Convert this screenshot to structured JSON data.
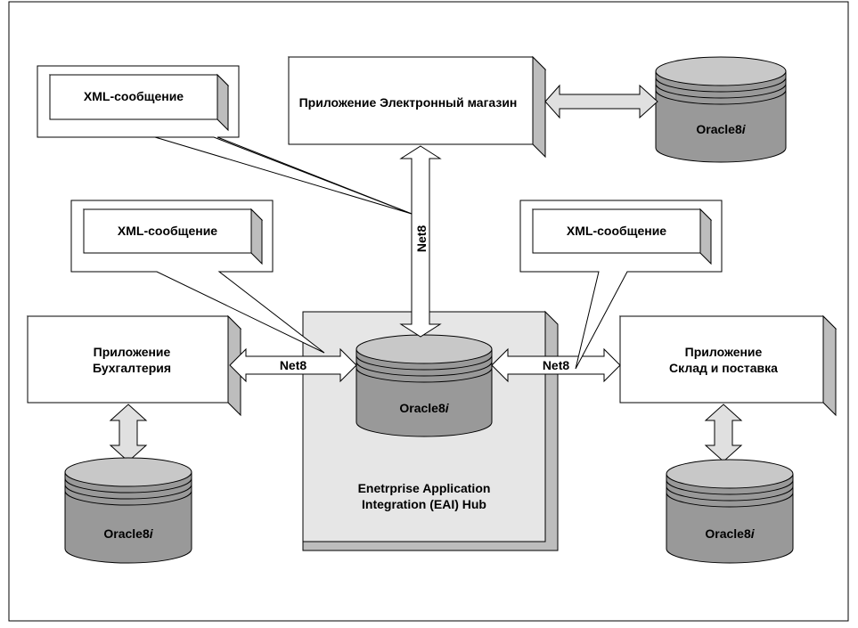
{
  "diagram": {
    "hub": {
      "label_line1": "Enetrprise Application",
      "label_line2": "Integration (EAI) Hub",
      "database": {
        "name": "Oracle8",
        "suffix": "i"
      }
    },
    "applications": {
      "eshop": {
        "label": "Приложение Электронный магазин",
        "database": {
          "name": "Oracle8",
          "suffix": "i"
        }
      },
      "accounting": {
        "label_line1": "Приложение",
        "label_line2": "Бухгалтерия",
        "database": {
          "name": "Oracle8",
          "suffix": "i"
        }
      },
      "warehouse": {
        "label_line1": "Приложение",
        "label_line2": "Склад и поставка",
        "database": {
          "name": "Oracle8",
          "suffix": "i"
        }
      }
    },
    "connections": {
      "left_label": "Net8",
      "right_label": "Net8",
      "top_label": "Net8"
    },
    "callouts": {
      "top": "XML-сообщение",
      "left": "XML-сообщение",
      "right": "XML-сообщение"
    },
    "colors": {
      "box_fill": "#ffffff",
      "box_depth_top": "#d4d4d4",
      "box_depth_side": "#bdbdbd",
      "hub_fill": "#e6e6e6",
      "db_fill": "#999999",
      "db_top": "#c8c8c8",
      "arrow_fill": "#ffffff",
      "arrow_fill_gray": "#e0e0e0",
      "outline": "#000000"
    }
  }
}
